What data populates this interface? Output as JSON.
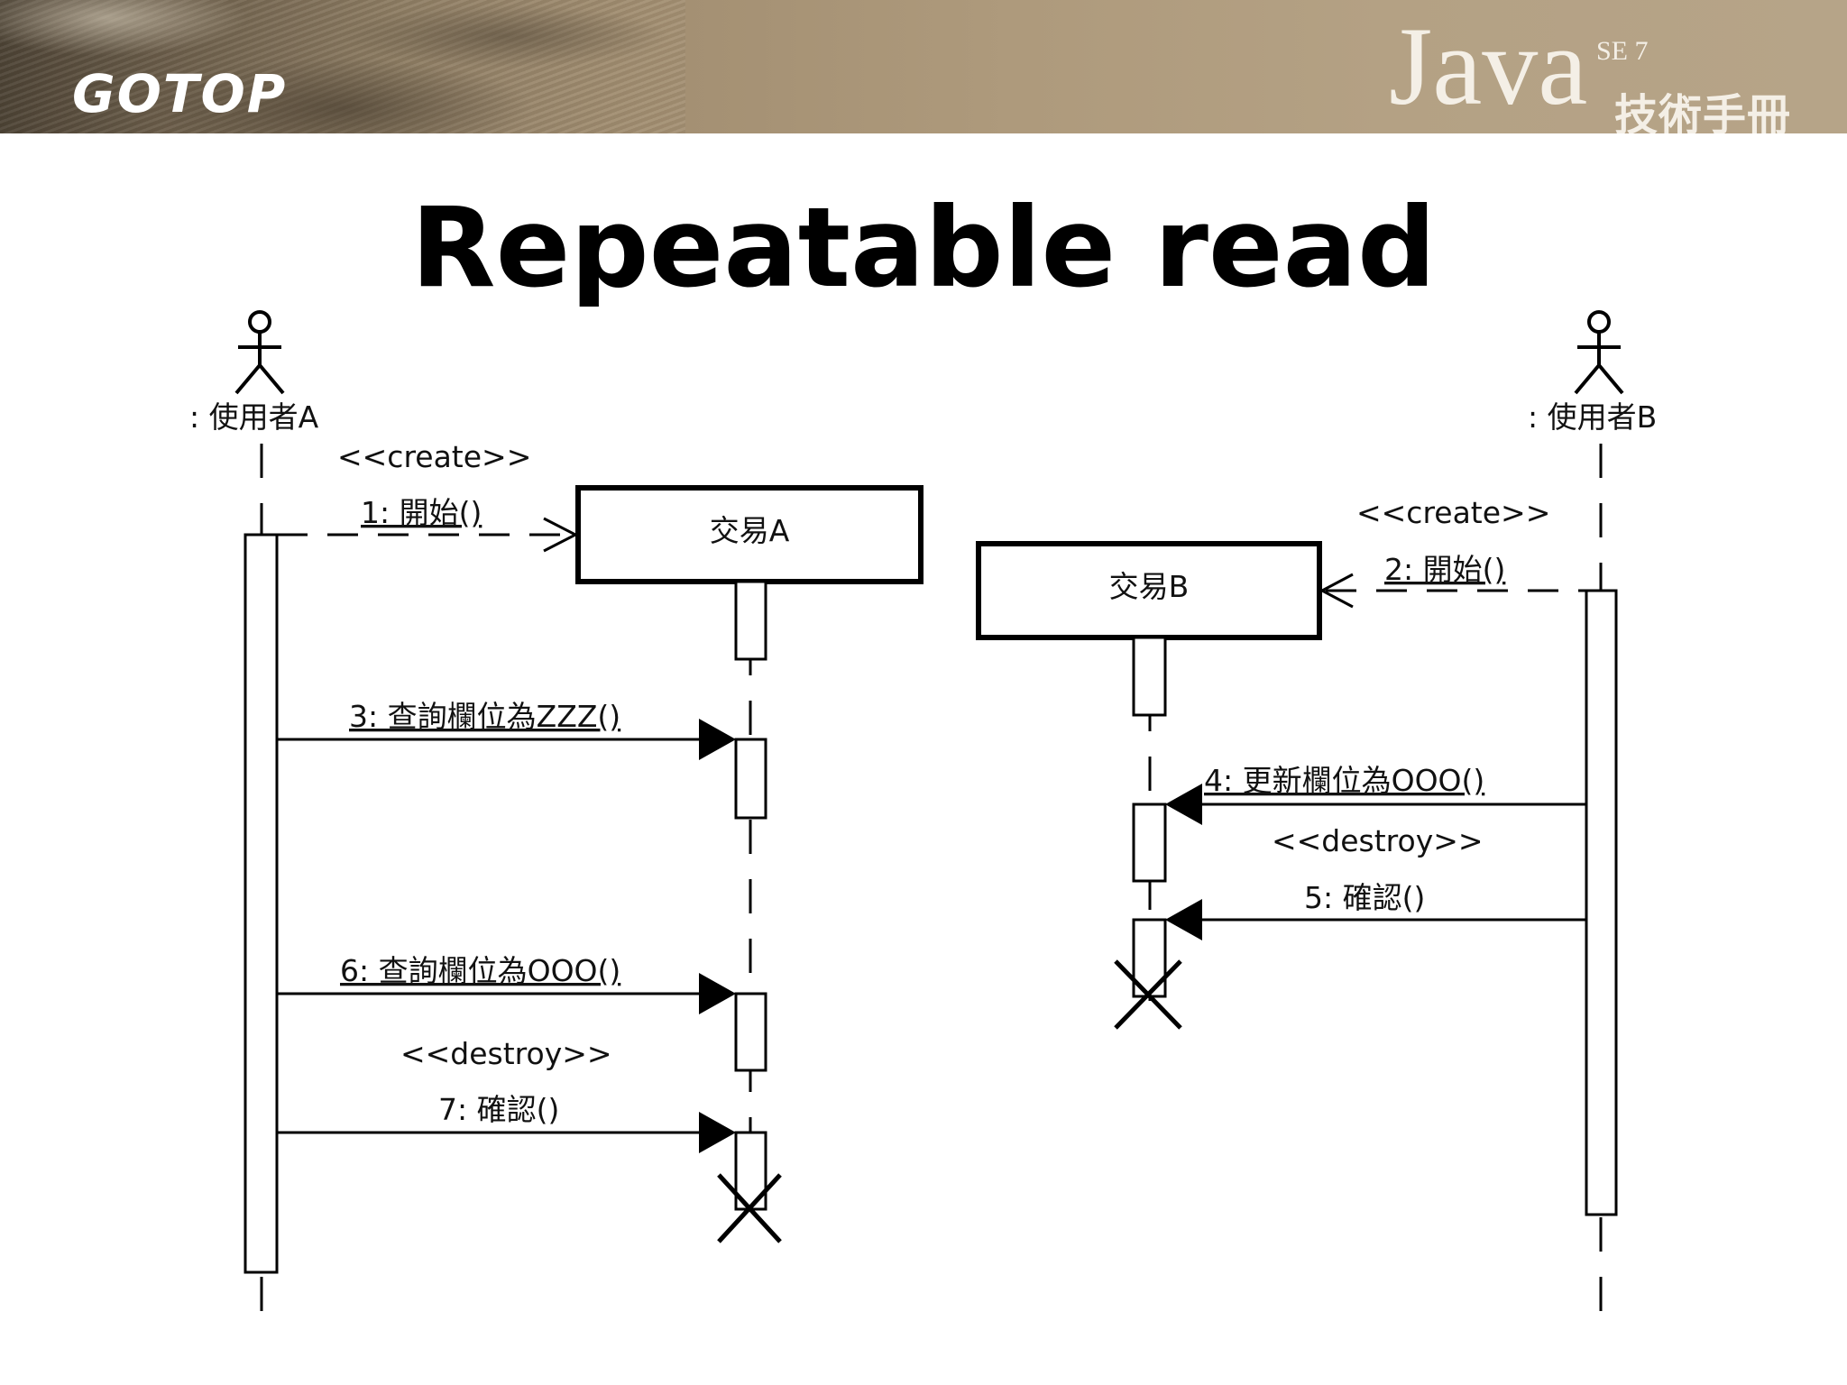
{
  "banner": {
    "logo": "GOTOP",
    "product_word": "Java",
    "product_edition": "SE 7",
    "product_subtitle": "技術手冊"
  },
  "slide": {
    "title": "Repeatable read"
  },
  "diagram": {
    "actors": [
      {
        "id": "userA",
        "label": ": 使用者A"
      },
      {
        "id": "userB",
        "label": ": 使用者B"
      }
    ],
    "objects": [
      {
        "id": "txA",
        "label": "交易A"
      },
      {
        "id": "txB",
        "label": "交易B"
      }
    ],
    "stereotypes": {
      "create_a": "<<create>>",
      "create_b": "<<create>>",
      "destroy_a": "<<destroy>>",
      "destroy_b": "<<destroy>>"
    },
    "messages": [
      {
        "id": "m1",
        "label": "1: 開始()",
        "from": "userA",
        "to": "txA",
        "kind": "create"
      },
      {
        "id": "m2",
        "label": "2: 開始()",
        "from": "userB",
        "to": "txB",
        "kind": "create"
      },
      {
        "id": "m3",
        "label": "3: 查詢欄位為ZZZ()",
        "from": "userA",
        "to": "txA",
        "kind": "sync"
      },
      {
        "id": "m4",
        "label": "4: 更新欄位為OOO()",
        "from": "userB",
        "to": "txB",
        "kind": "sync"
      },
      {
        "id": "m5",
        "label": "5: 確認()",
        "from": "userB",
        "to": "txB",
        "kind": "sync"
      },
      {
        "id": "m6",
        "label": "6: 查詢欄位為OOO()",
        "from": "userA",
        "to": "txA",
        "kind": "sync"
      },
      {
        "id": "m7",
        "label": "7: 確認()",
        "from": "userA",
        "to": "txA",
        "kind": "sync"
      }
    ]
  }
}
